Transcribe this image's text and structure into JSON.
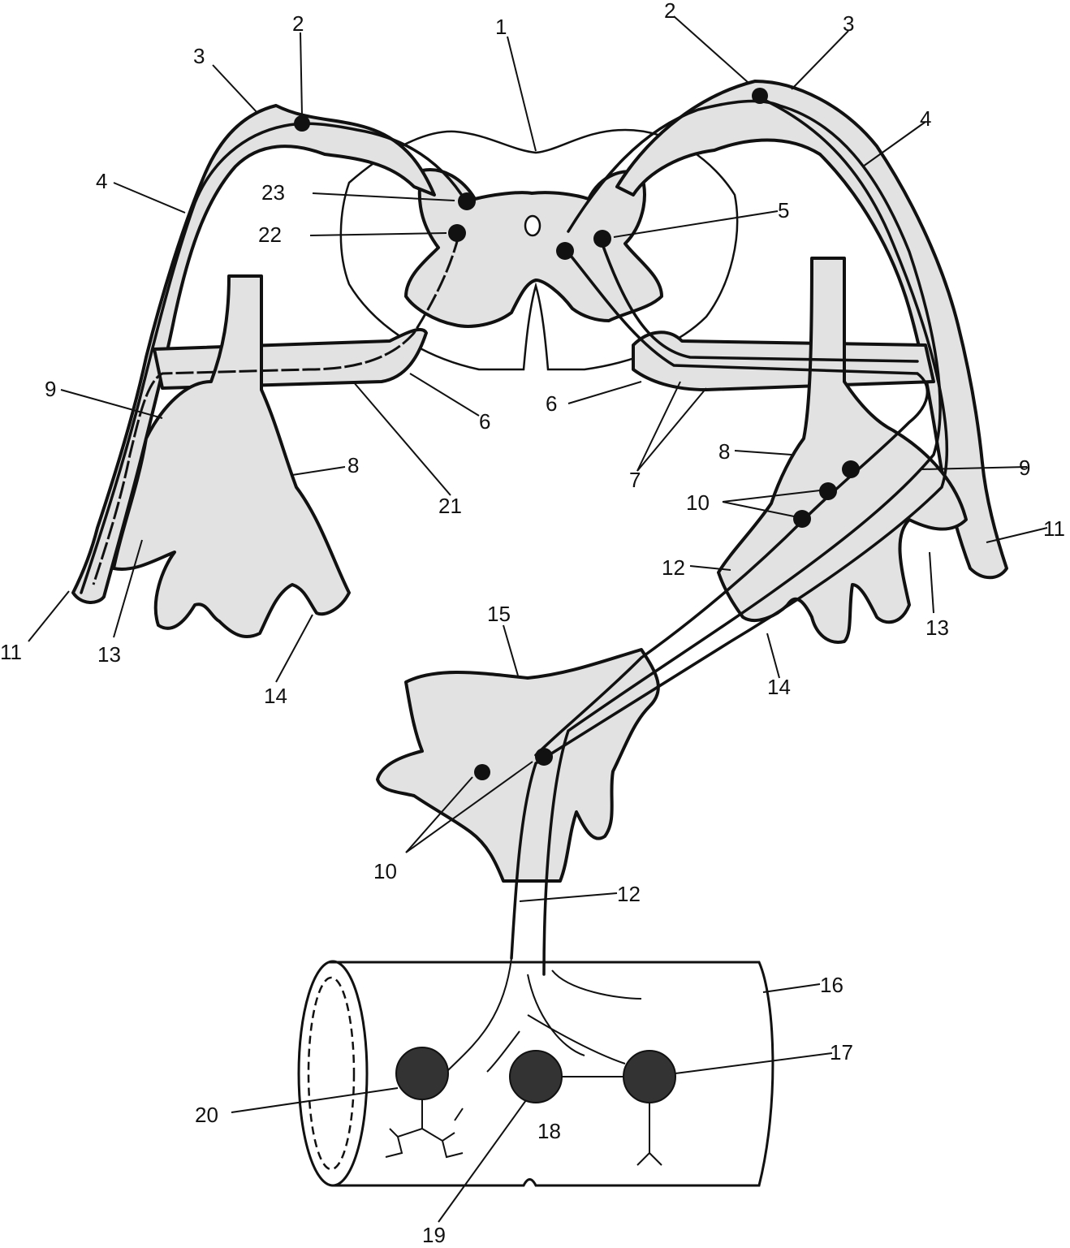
{
  "labels": [
    {
      "id": "l1",
      "text": "1"
    },
    {
      "id": "l2-left",
      "text": "2"
    },
    {
      "id": "l2-right",
      "text": "2"
    },
    {
      "id": "l3-left",
      "text": "3"
    },
    {
      "id": "l3-right",
      "text": "3"
    },
    {
      "id": "l4-left",
      "text": "4"
    },
    {
      "id": "l4-right",
      "text": "4"
    },
    {
      "id": "l5",
      "text": "5"
    },
    {
      "id": "l6-left",
      "text": "6"
    },
    {
      "id": "l6-right",
      "text": "6"
    },
    {
      "id": "l7",
      "text": "7"
    },
    {
      "id": "l8-left",
      "text": "8"
    },
    {
      "id": "l8-right",
      "text": "8"
    },
    {
      "id": "l9-left",
      "text": "9"
    },
    {
      "id": "l9-right",
      "text": "9"
    },
    {
      "id": "l10-right",
      "text": "10"
    },
    {
      "id": "l10-lower",
      "text": "10"
    },
    {
      "id": "l11-left",
      "text": "11"
    },
    {
      "id": "l11-right",
      "text": "11"
    },
    {
      "id": "l12-right",
      "text": "12"
    },
    {
      "id": "l12-lower",
      "text": "12"
    },
    {
      "id": "l13-left",
      "text": "13"
    },
    {
      "id": "l13-right",
      "text": "13"
    },
    {
      "id": "l14-left",
      "text": "14"
    },
    {
      "id": "l14-right",
      "text": "14"
    },
    {
      "id": "l15",
      "text": "15"
    },
    {
      "id": "l16",
      "text": "16"
    },
    {
      "id": "l17",
      "text": "17"
    },
    {
      "id": "l18",
      "text": "18"
    },
    {
      "id": "l19",
      "text": "19"
    },
    {
      "id": "l20",
      "text": "20"
    },
    {
      "id": "l21",
      "text": "21"
    },
    {
      "id": "l22",
      "text": "22"
    },
    {
      "id": "l23",
      "text": "23"
    }
  ]
}
